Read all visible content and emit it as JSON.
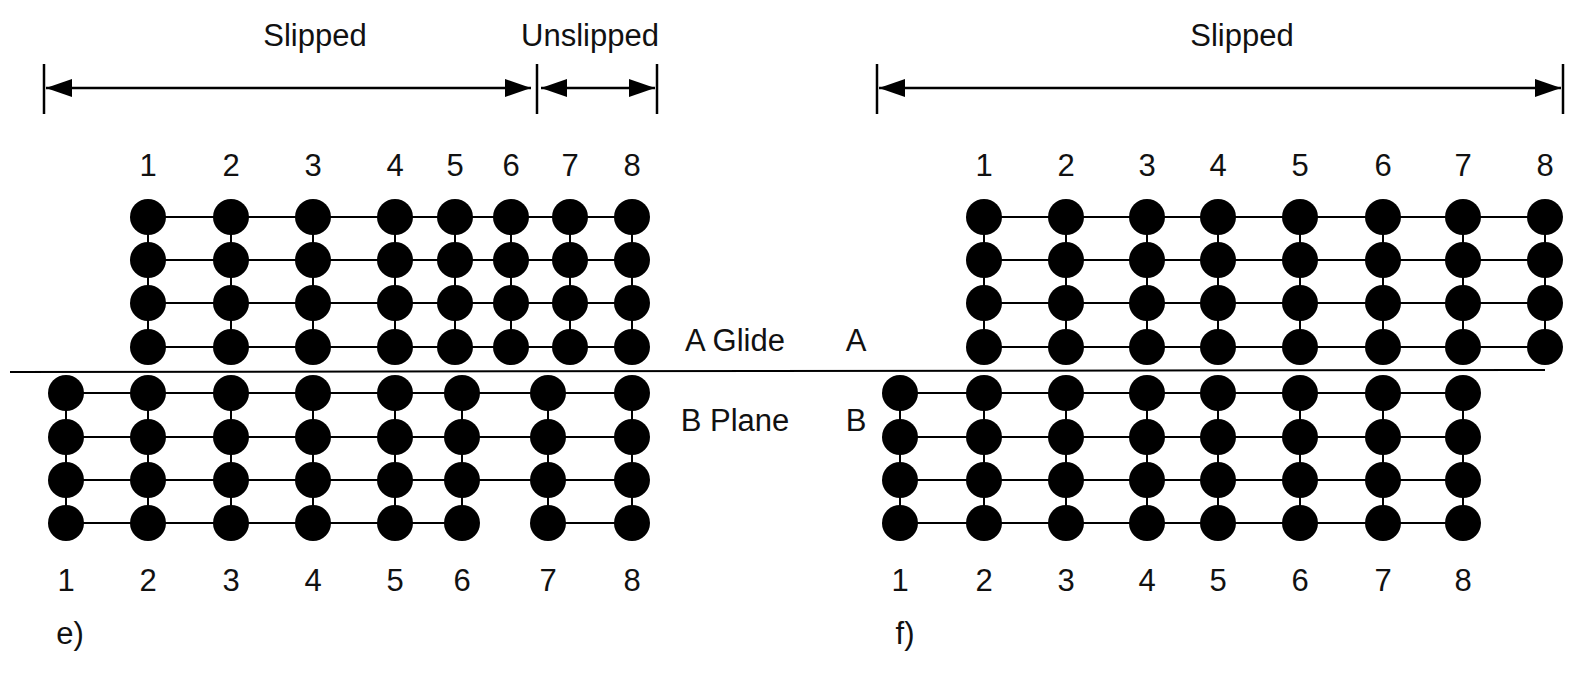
{
  "diagram": {
    "labels": [
      "Slipped",
      "Unslipped",
      "Slipped",
      "1",
      "2",
      "3",
      "4",
      "5",
      "6",
      "7",
      "8",
      "A Glide",
      "A",
      "B Plane",
      "B",
      "1",
      "2",
      "3",
      "4",
      "5",
      "6",
      "7",
      "8",
      "e)",
      "1",
      "2",
      "3",
      "4",
      "5",
      "6",
      "7",
      "8",
      "1",
      "2",
      "3",
      "4",
      "5",
      "6",
      "7",
      "8",
      "f)"
    ]
  }
}
